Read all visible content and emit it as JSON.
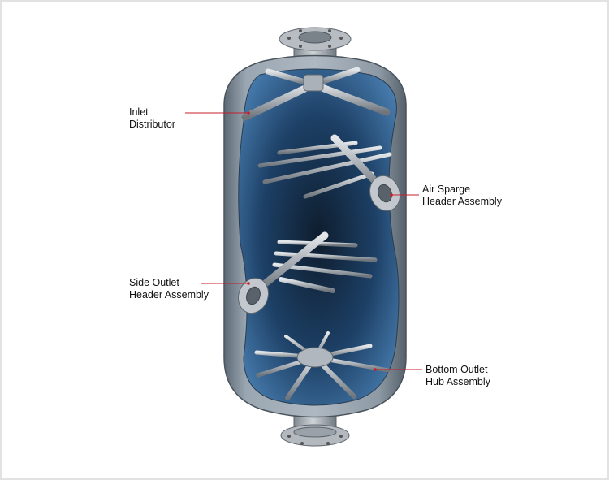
{
  "figure": {
    "subject": "vessel-internals-diagram",
    "colors": {
      "shell": "#8e9aa5",
      "shell_edge": "#5b6670",
      "interior_light": "#3f74a6",
      "interior_dark": "#0f2236",
      "metal": "#b9bec4",
      "leader_line": "#c4202b"
    }
  },
  "callouts": [
    {
      "line1": "Inlet",
      "line2": "Distributor"
    },
    {
      "line1": "Air Sparge",
      "line2": "Header Assembly"
    },
    {
      "line1": "Side Outlet",
      "line2": "Header Assembly"
    },
    {
      "line1": "Bottom Outlet",
      "line2": "Hub Assembly"
    }
  ]
}
